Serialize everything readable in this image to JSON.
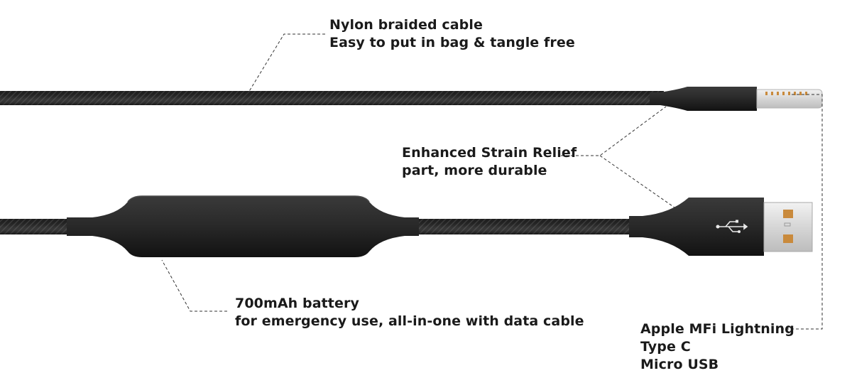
{
  "annotations": {
    "nylon": {
      "line1": "Nylon braided cable",
      "line2": "Easy to put in bag & tangle free"
    },
    "strain_relief": {
      "line1": "Enhanced Strain Relief",
      "line2": "part, more durable"
    },
    "battery": {
      "line1": "700mAh battery",
      "line2": "for emergency use, all-in-one with data cable"
    },
    "connectors": {
      "line1": "Apple MFi Lightning",
      "line2": "Type C",
      "line3": "Micro USB"
    }
  },
  "icons": {
    "usb_symbol": "usb-trident-icon"
  },
  "colors": {
    "cable": "#222222",
    "connector_body": "#1b1b1b",
    "battery_body": "#2a2a2a",
    "metal": "#d9d9d9",
    "pin": "#c98a3c",
    "leader_line": "#333333",
    "text": "#1a1a1a"
  }
}
